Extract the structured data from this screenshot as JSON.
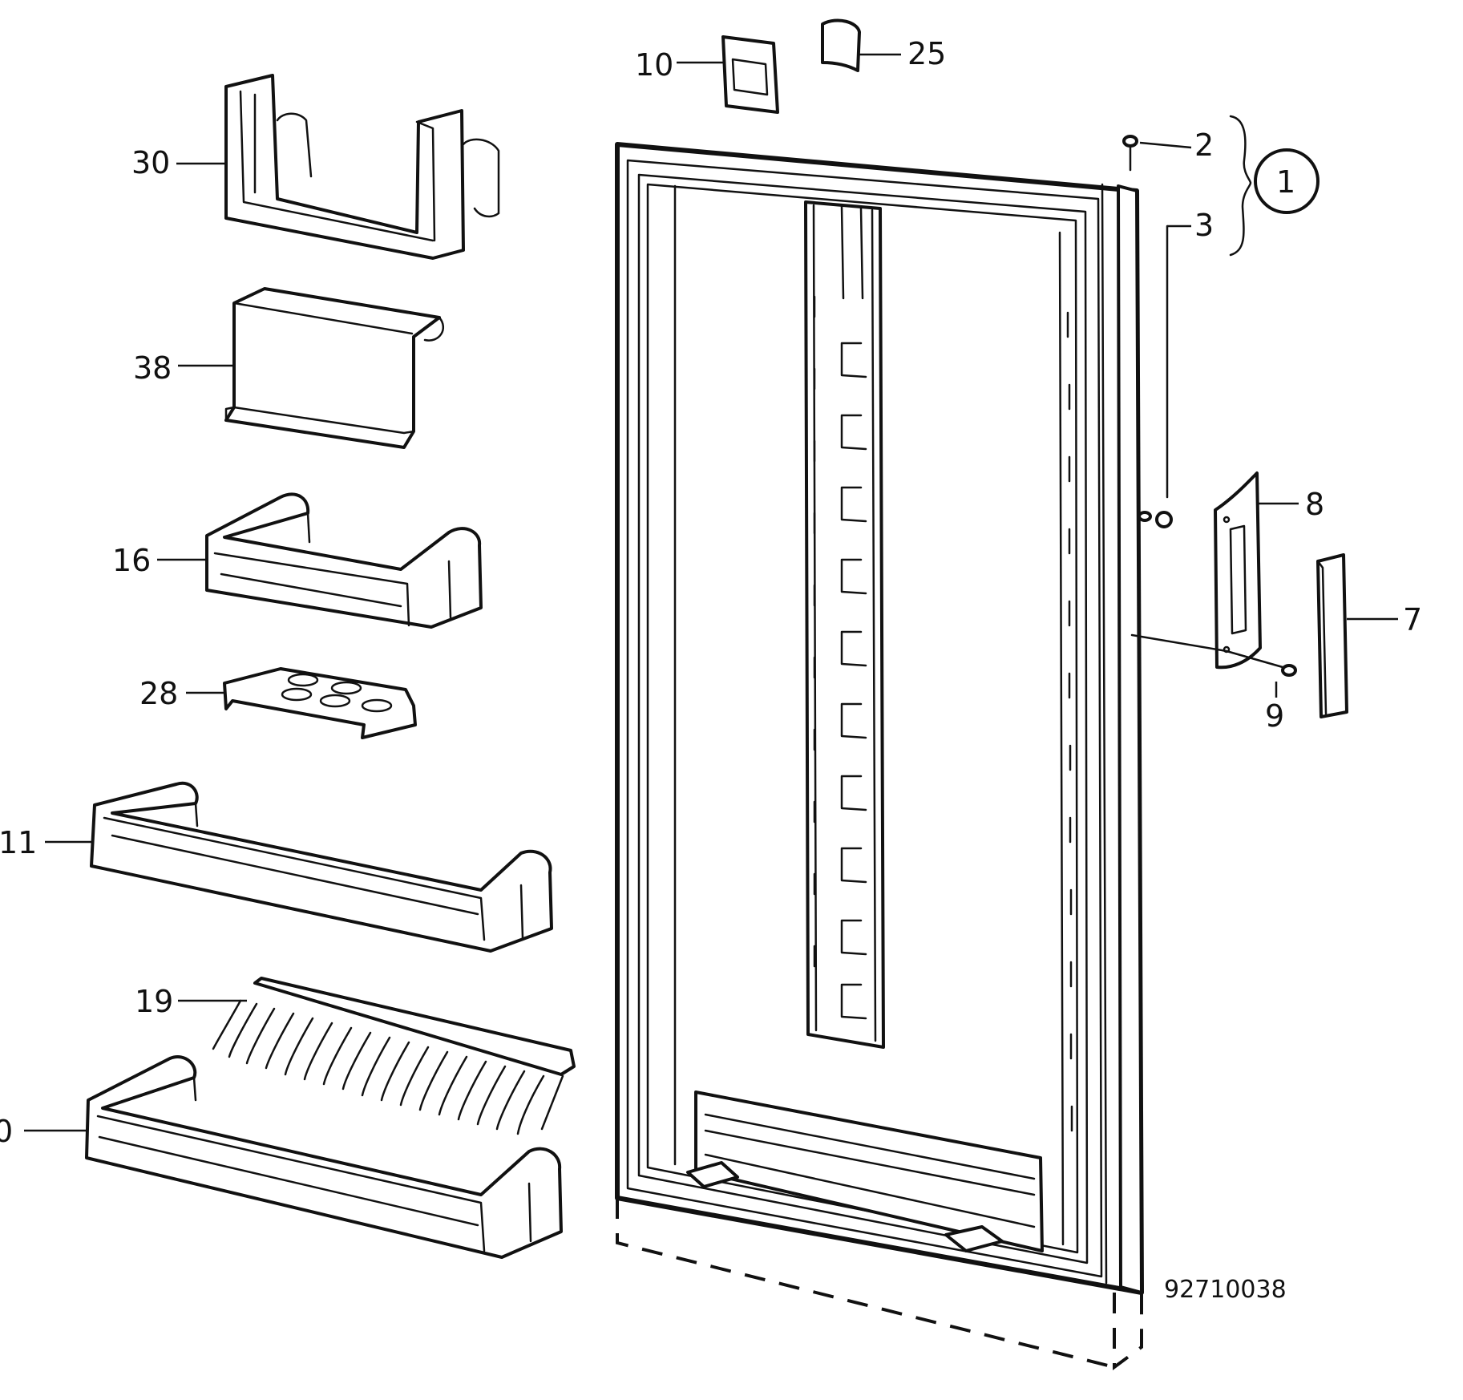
{
  "diagram": {
    "reference_number": "92710038",
    "group_label": "1",
    "callouts": {
      "p30": "30",
      "p38": "38",
      "p16": "16",
      "p28": "28",
      "p11": "11",
      "p19": "19",
      "p20": "0",
      "p10": "10",
      "p25": "25",
      "p2": "2",
      "p3": "3",
      "p8": "8",
      "p7": "7",
      "p9": "9"
    }
  }
}
